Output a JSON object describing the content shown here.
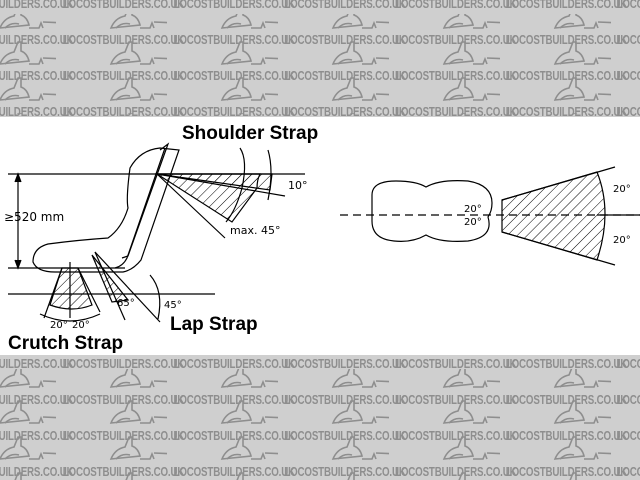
{
  "watermark": {
    "text": "LOCOSTBUILDERS.CO.UK",
    "icon": "car-silhouette-icon",
    "color": "#8e8e8e",
    "background": "#cfcfcf"
  },
  "diagram": {
    "title_shoulder": "Shoulder Strap",
    "title_lap": "Lap Strap",
    "title_crutch": "Crutch Strap",
    "side_view": {
      "height_dim": "≥520 mm",
      "shoulder_angle_1": "10°",
      "shoulder_angle_max": "max. 45°",
      "lap_angle_1": "65°",
      "lap_angle_2": "45°",
      "crutch_angle_left": "20°",
      "crutch_angle_right": "20°"
    },
    "top_view": {
      "inner_angle_top": "20°",
      "inner_angle_bottom": "20°",
      "outer_angle_top": "20°",
      "outer_angle_bottom": "20°"
    }
  }
}
